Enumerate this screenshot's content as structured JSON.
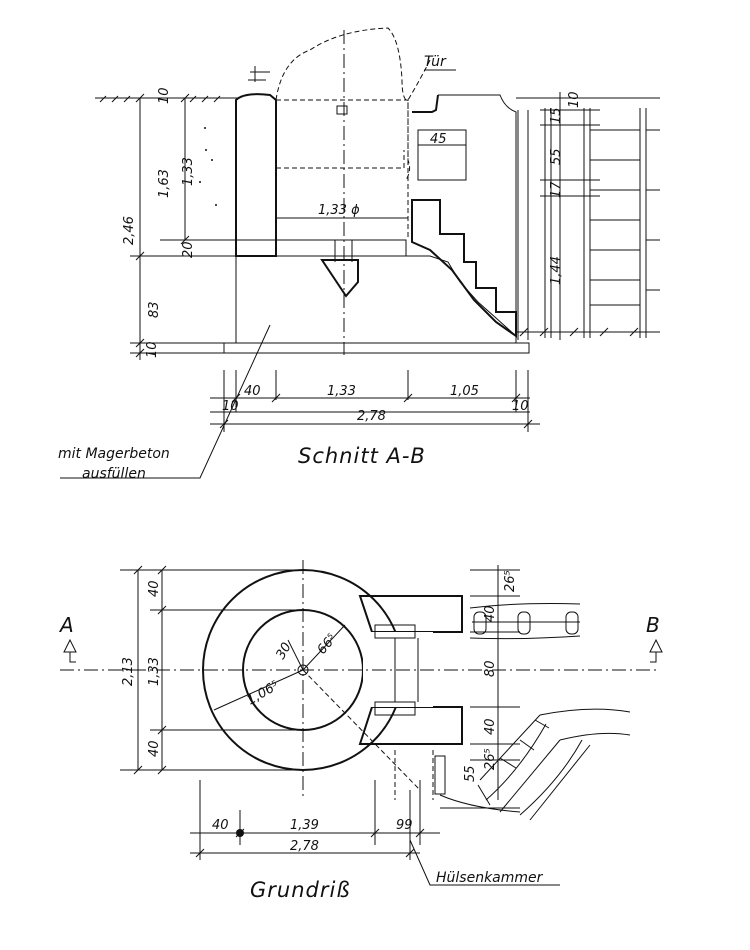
{
  "section": {
    "title": "Schnitt A-B",
    "door_label": "Tür",
    "window_label": "45",
    "diameter_label": "1,33 ϕ",
    "fill_note_line1": "mit Magerbeton",
    "fill_note_line2": "ausfüllen",
    "left_dims": {
      "total": "2,46",
      "top": "10",
      "upper": "1,63",
      "inner": "1,33",
      "mid": "20",
      "lower": "83",
      "base": "10"
    },
    "right_dims": {
      "d10": "10",
      "d15": "15",
      "d55": "55",
      "d17": "17",
      "d144": "1,44"
    },
    "bottom_dims": {
      "d40": "40",
      "d133": "1,33",
      "d105": "1,05",
      "d10a": "10",
      "d278": "2,78",
      "d10b": "10"
    }
  },
  "plan": {
    "title": "Grundriß",
    "chamber_label": "Hülsenkammer",
    "marker_a": "A",
    "marker_b": "B",
    "left_dims": {
      "total": "2,13",
      "d40a": "40",
      "d133": "1,33",
      "d40b": "40"
    },
    "inner_dims": {
      "d30": "30",
      "d665": "66⁵",
      "d1065": "1,06⁵"
    },
    "right_dims": {
      "d265a": "26⁵",
      "d40a": "40",
      "d80": "80",
      "d40b": "40",
      "d265b": "26⁵",
      "d55": "55"
    },
    "bottom_dims": {
      "d40": "40",
      "d139": "1,39",
      "d99": "99",
      "d278": "2,78"
    }
  }
}
